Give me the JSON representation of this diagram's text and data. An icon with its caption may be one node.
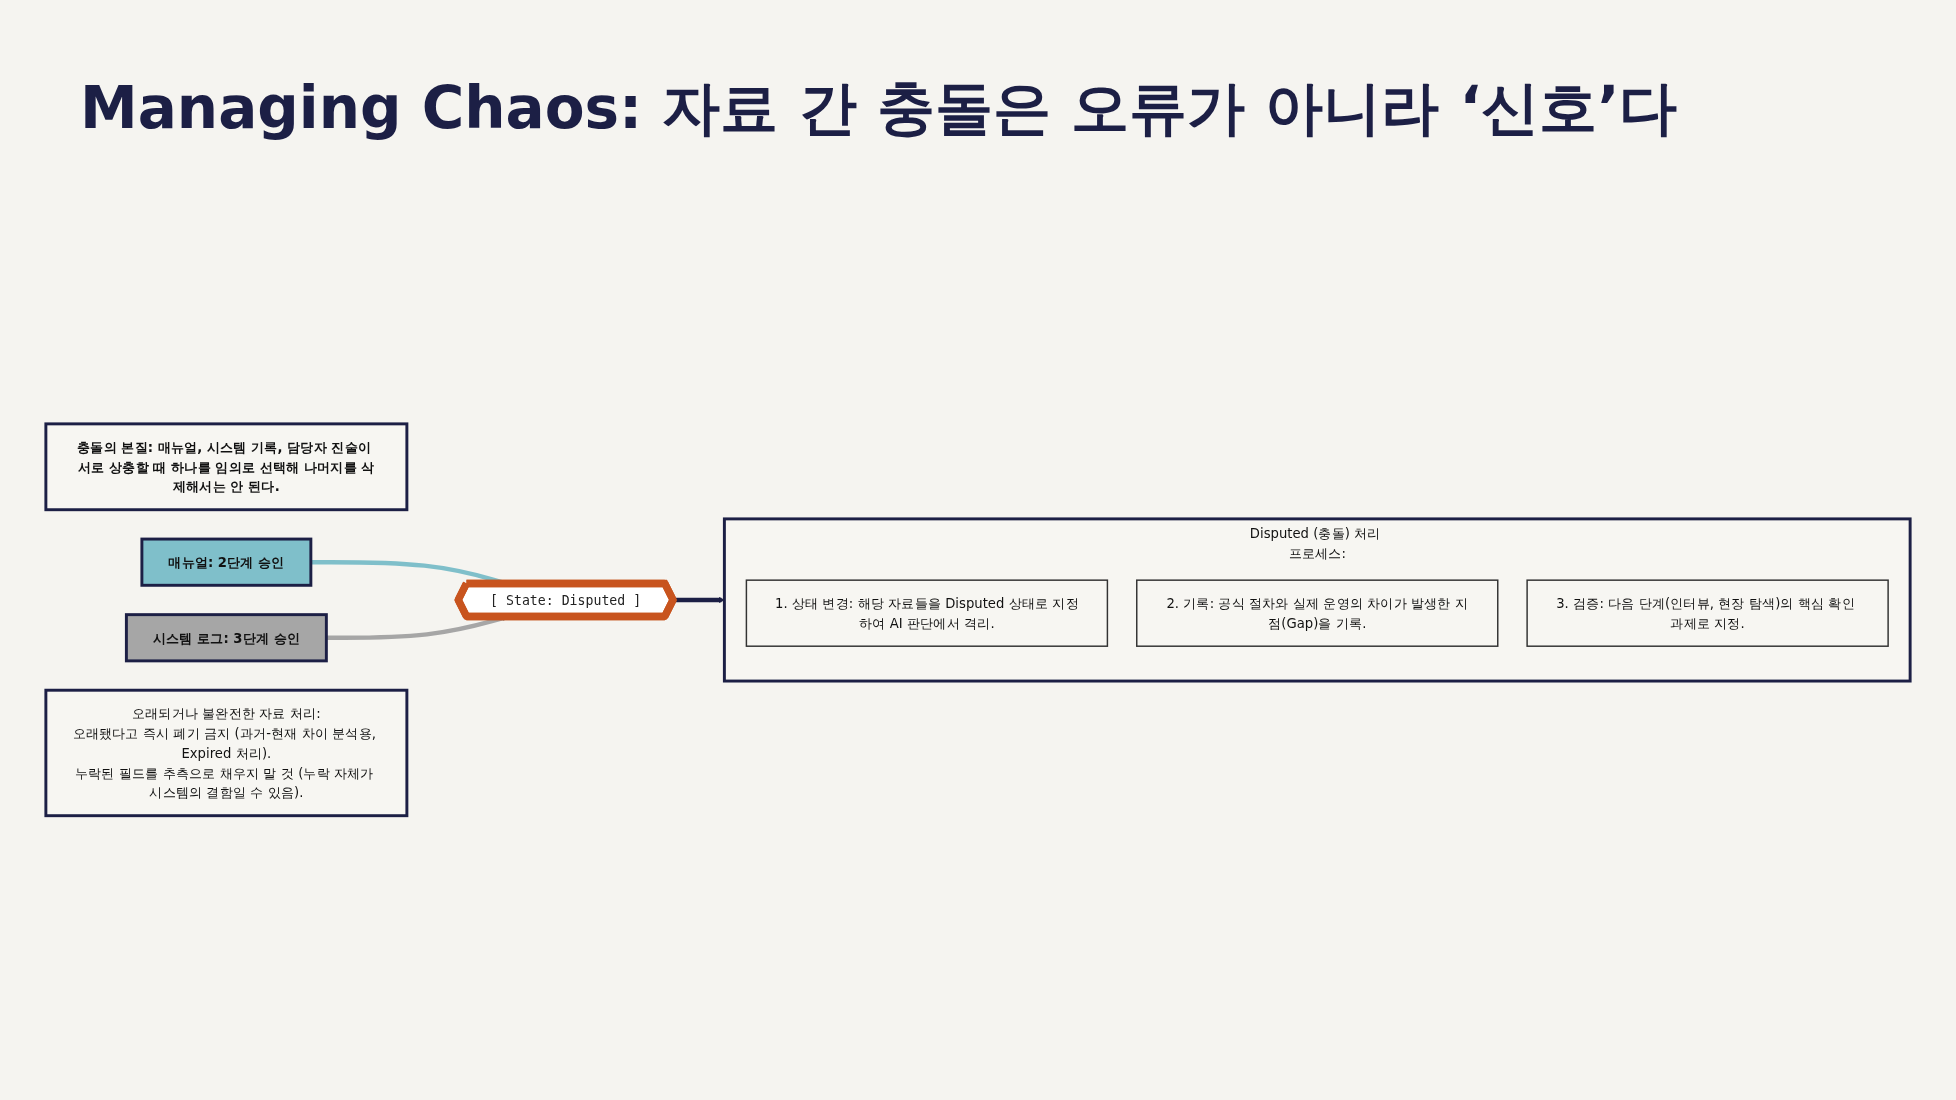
{
  "diagram": {
    "title": "Managing Chaos: 자료 간 충돌은 오류가 아니라 ‘신호’다",
    "nodes": [
      {
        "text": [
          "충돌의 본질: 매뉴얼, 시스템 기록, 담당자 진술이 서로 상충할 때 하나를 임의로 선택해 나머지를 삭제해서는 안 된다."
        ]
      },
      {
        "text": [
          "매뉴얼: 2단계 승인"
        ]
      },
      {
        "text": [
          "시스템 로그: 3단계 승인"
        ]
      },
      {
        "text": [
          "[ State: Disputed ]"
        ]
      },
      {
        "text": [
          "Disputed (충돌) 처리 프로세스:"
        ]
      },
      {
        "text": [
          "1. 상태 변경: 해당 자료들을 Disputed 상태로 지정하여 AI 판단에서 격리."
        ],
        "in": 4
      },
      {
        "text": [
          "2. 기록: 공식 절차와 실제 운영의 차이가 발생한 지점(Gap)을 기록."
        ],
        "in": 4
      },
      {
        "text": [
          "3. 검증: 다음 단계(인터뷰, 현장 탐색)의 핵심 확인 과제로 지정."
        ],
        "in": 4
      },
      {
        "text": [
          "오래되거나 불완전한 자료 처리:",
          "오래됐다고 즉시 폐기 금지 (과거-현재 차이 분석용, Expired 처리).",
          "누락된 필드를 추측으로 채우지 말 것 (누락 자체가 시스템의 결함일 수 있음)."
        ]
      }
    ],
    "edges": [
      {
        "from": 1,
        "to": 3,
        "arrow": "to",
        "color": "#7fbfca"
      },
      {
        "from": 2,
        "to": 3,
        "arrow": "to",
        "color": "#a6a6a6"
      },
      {
        "from": 3,
        "to": 4,
        "arrow": "to",
        "color": "#1c1f45"
      }
    ]
  }
}
